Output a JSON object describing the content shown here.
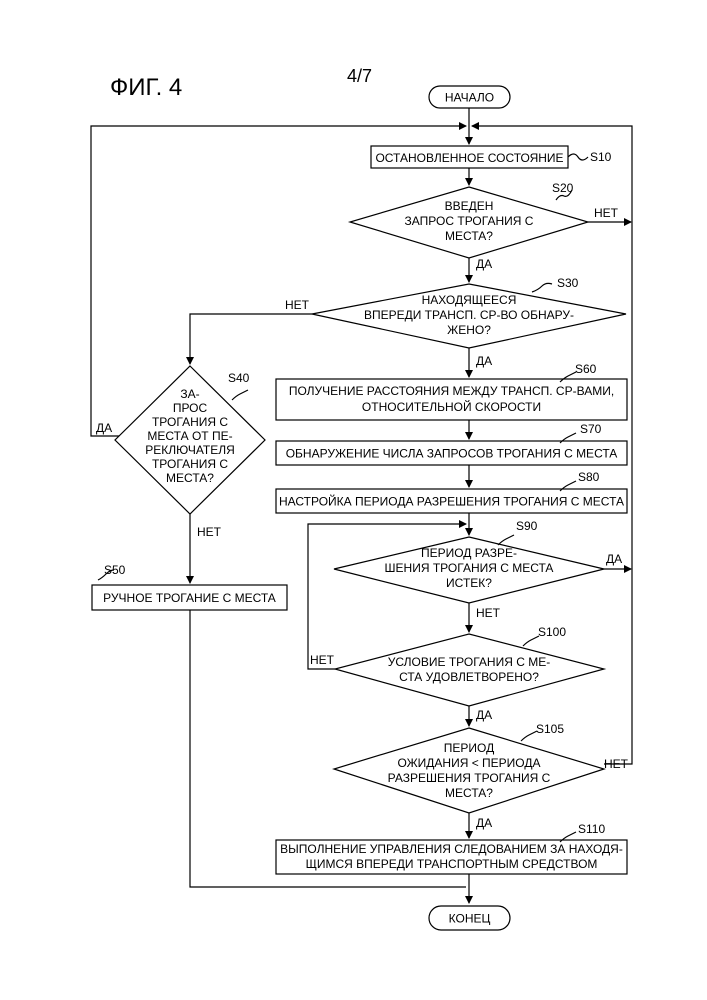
{
  "figure": {
    "title": "ФИГ. 4",
    "page": "4/7"
  },
  "terminals": {
    "start": "НАЧАЛО",
    "end": "КОНЕЦ"
  },
  "steps": {
    "s10": {
      "id": "S10",
      "lines": [
        "ОСТАНОВЛЕННОЕ СОСТОЯНИЕ"
      ]
    },
    "s20": {
      "id": "S20",
      "lines": [
        "ВВЕДЕН",
        "ЗАПРОС ТРОГАНИЯ С",
        "МЕСТА?"
      ]
    },
    "s30": {
      "id": "S30",
      "lines": [
        "НАХОДЯЩЕЕСЯ",
        "ВПЕРЕДИ ТРАНСП. СР-ВО ОБНАРУ-",
        "ЖЕНО?"
      ]
    },
    "s40": {
      "id": "S40",
      "lines": [
        "ЗА-",
        "ПРОС",
        "ТРОГАНИЯ С",
        "МЕСТА ОТ ПЕ-",
        "РЕКЛЮЧАТЕЛЯ",
        "ТРОГАНИЯ С",
        "МЕСТА?"
      ]
    },
    "s50": {
      "id": "S50",
      "lines": [
        "РУЧНОЕ ТРОГАНИЕ С МЕСТА"
      ]
    },
    "s60": {
      "id": "S60",
      "lines": [
        "ПОЛУЧЕНИЕ РАССТОЯНИЯ МЕЖДУ ТРАНСП. СР-ВАМИ,",
        "ОТНОСИТЕЛЬНОЙ СКОРОСТИ"
      ]
    },
    "s70": {
      "id": "S70",
      "lines": [
        "ОБНАРУЖЕНИЕ ЧИСЛА ЗАПРОСОВ ТРОГАНИЯ С МЕСТА"
      ]
    },
    "s80": {
      "id": "S80",
      "lines": [
        "НАСТРОЙКА ПЕРИОДА РАЗРЕШЕНИЯ ТРОГАНИЯ С МЕСТА"
      ]
    },
    "s90": {
      "id": "S90",
      "lines": [
        "ПЕРИОД РАЗРЕ-",
        "ШЕНИЯ ТРОГАНИЯ С МЕСТА",
        "ИСТЕК?"
      ]
    },
    "s100": {
      "id": "S100",
      "lines": [
        "УСЛОВИЕ ТРОГАНИЯ С МЕ-",
        "СТА УДОВЛЕТВОРЕНО?"
      ]
    },
    "s105": {
      "id": "S105",
      "lines": [
        "ПЕРИОД",
        "ОЖИДАНИЯ < ПЕРИОДА",
        "РАЗРЕШЕНИЯ ТРОГАНИЯ С",
        "МЕСТА?"
      ]
    },
    "s110": {
      "id": "S110",
      "lines": [
        "ВЫПОЛНЕНИЕ УПРАВЛЕНИЯ СЛЕДОВАНИЕМ ЗА НАХОДЯ-",
        "ЩИМСЯ ВПЕРЕДИ ТРАНСПОРТНЫМ СРЕДСТВОМ"
      ]
    }
  },
  "branch_labels": {
    "s20_no": "НЕТ",
    "s20_yes": "ДА",
    "s30_no": "НЕТ",
    "s30_yes": "ДА",
    "s40_yes": "ДА",
    "s40_no": "НЕТ",
    "s90_yes": "ДА",
    "s90_no": "НЕТ",
    "s100_no": "НЕТ",
    "s100_yes": "ДА",
    "s105_no": "НЕТ",
    "s105_yes": "ДА"
  }
}
